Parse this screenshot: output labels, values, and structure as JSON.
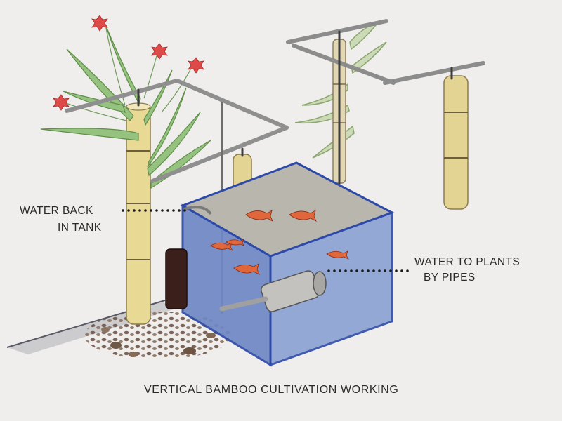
{
  "labels": {
    "water_back_line1": "WATER BACK",
    "water_back_line2": "IN TANK",
    "water_to_plants_line1": "WATER TO PLANTS",
    "water_to_plants_line2": "BY PIPES"
  },
  "caption": "VERTICAL BAMBOO CULTIVATION WORKING",
  "colors": {
    "paper": "#efeeec",
    "bamboo": "#e3d08e",
    "water_blue": "#3d5fb8",
    "fish": "#e2673a",
    "leaf": "#7db46a",
    "flower": "#e14c48",
    "pipe": "#9a9a9a"
  }
}
